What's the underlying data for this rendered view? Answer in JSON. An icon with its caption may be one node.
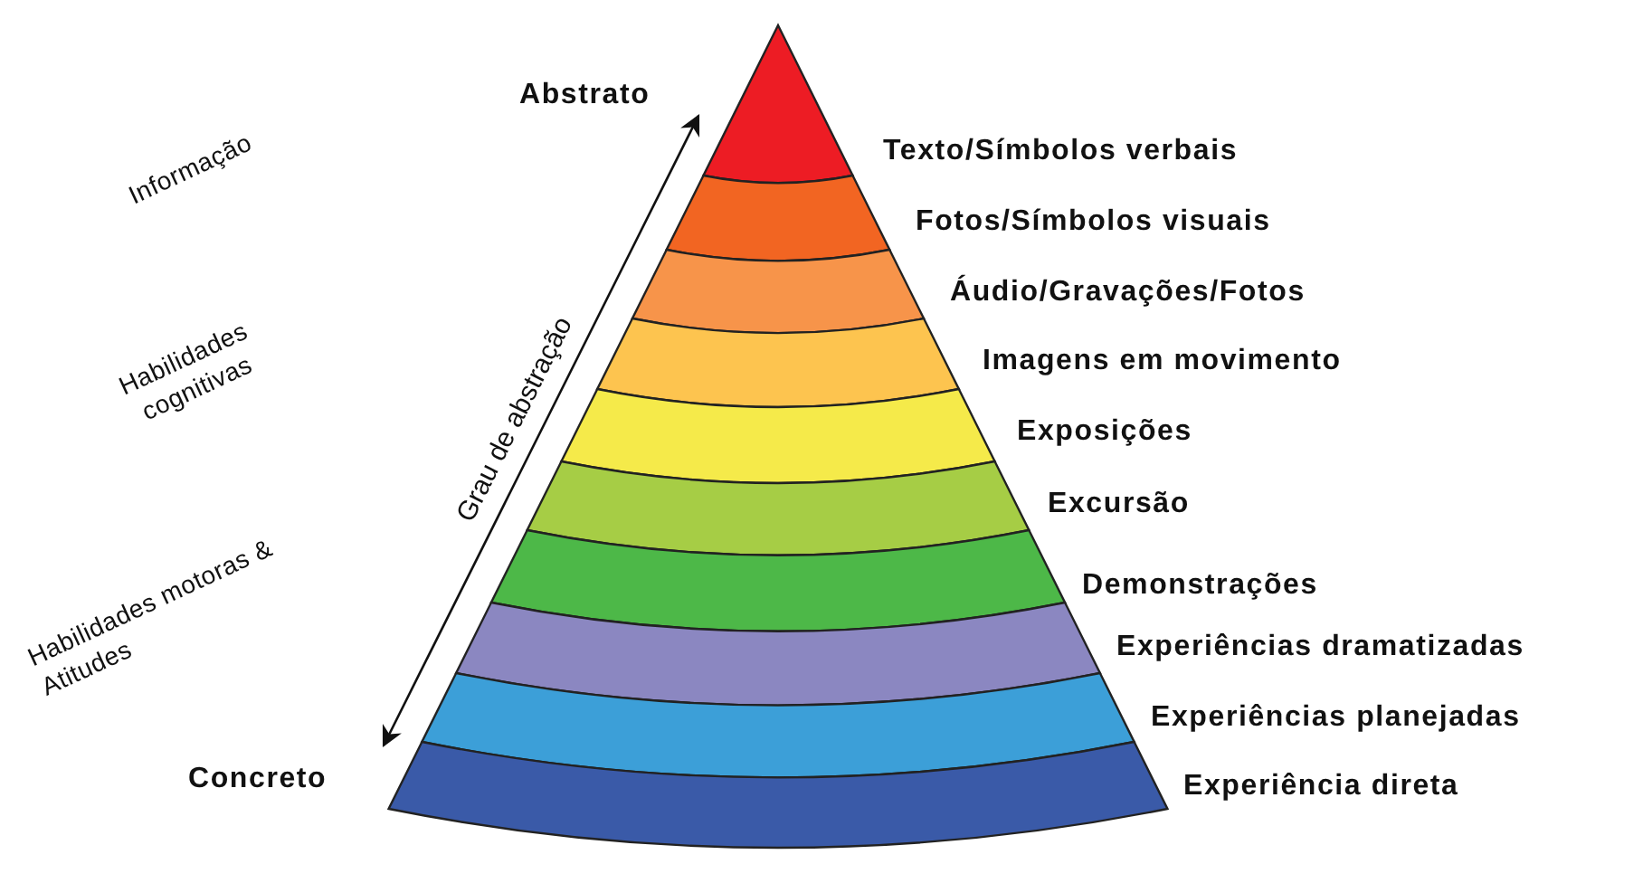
{
  "diagram": {
    "nodes": [
      {
        "text": [],
        "shape": "band",
        "beside": [
          "Texto/Símbolos verbais"
        ]
      },
      {
        "text": [],
        "shape": "band",
        "beside": [
          "Fotos/Símbolos visuais"
        ]
      },
      {
        "text": [],
        "shape": "band",
        "beside": [
          "Áudio/Gravações/Fotos"
        ]
      },
      {
        "text": [],
        "shape": "band",
        "beside": [
          "Imagens em movimento"
        ]
      },
      {
        "text": [],
        "shape": "band",
        "beside": [
          "Exposições"
        ]
      },
      {
        "text": [],
        "shape": "band",
        "beside": [
          "Excursão"
        ]
      },
      {
        "text": [],
        "shape": "band",
        "beside": [
          "Demonstrações"
        ]
      },
      {
        "text": [],
        "shape": "band",
        "beside": [
          "Experiências dramatizadas"
        ]
      },
      {
        "text": [],
        "shape": "band",
        "beside": [
          "Experiências planejadas"
        ]
      },
      {
        "text": [],
        "shape": "band",
        "beside": [
          "Experiência direta"
        ]
      },
      {
        "text": [
          "Abstrato"
        ]
      },
      {
        "text": [
          "Concreto"
        ]
      }
    ],
    "edges": [
      {
        "from": 11,
        "to": 10,
        "arrow": "both",
        "label": "Grau de abstração"
      }
    ],
    "labels": [
      "Informação",
      "Habilidades cognitivas",
      "Habilidades motoras & Atitudes"
    ]
  }
}
